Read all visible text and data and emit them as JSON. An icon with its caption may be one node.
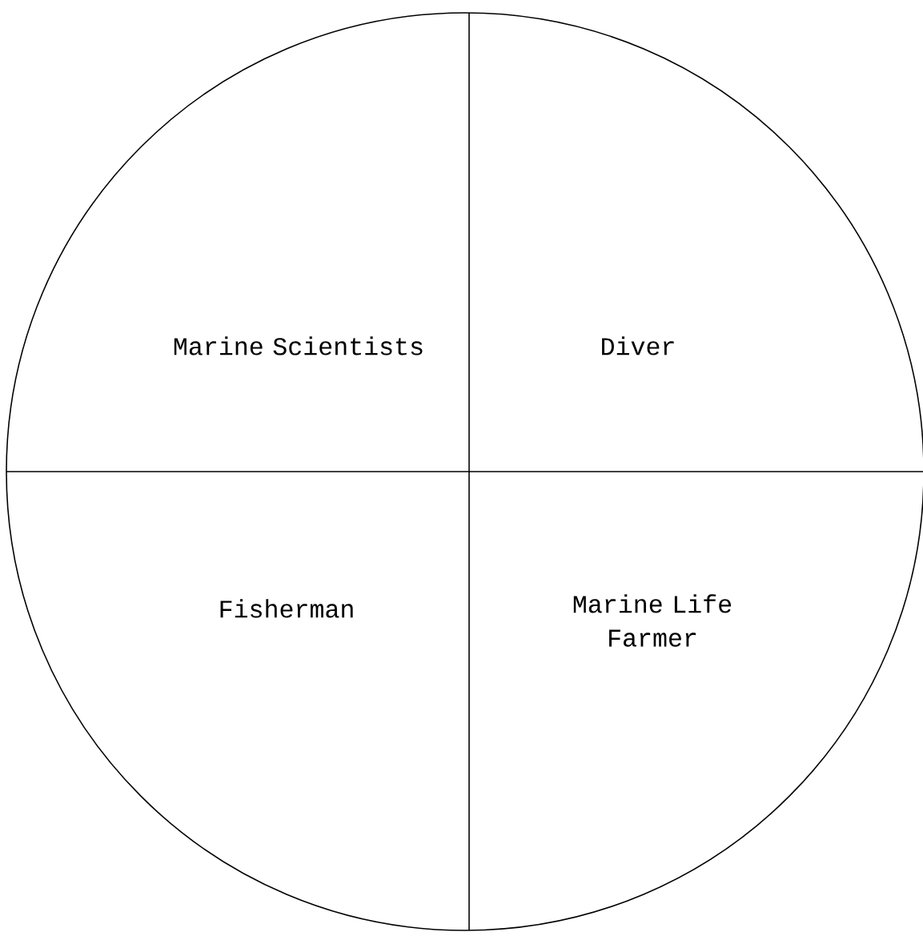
{
  "diagram": {
    "nodes": [
      {
        "text": [],
        "shape": "circle"
      },
      {
        "text": [
          "Marine Scientists"
        ],
        "in": 0
      },
      {
        "text": [
          "Diver"
        ],
        "in": 0
      },
      {
        "text": [
          "Fisherman"
        ],
        "in": 0
      },
      {
        "text": [
          "Marine Life Farmer"
        ],
        "in": 0
      }
    ]
  }
}
